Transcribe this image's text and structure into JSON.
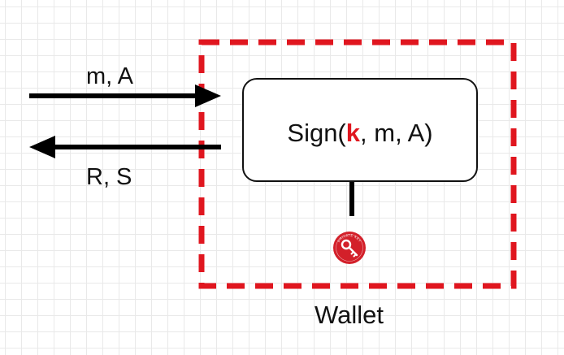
{
  "diagram": {
    "input_label": "m, A",
    "output_label": "R, S",
    "sign_prefix": "Sign(",
    "sign_key": "k",
    "sign_suffix": ", m, A)",
    "container_label": "Wallet",
    "key_badge_text": "PRIVATE KEY"
  },
  "icons": {
    "key": "key-icon"
  },
  "colors": {
    "wallet_border": "#e0161f",
    "key_highlight": "#e0161f",
    "key_badge": "#d3202a",
    "arrows": "#000000",
    "text": "#111111"
  }
}
